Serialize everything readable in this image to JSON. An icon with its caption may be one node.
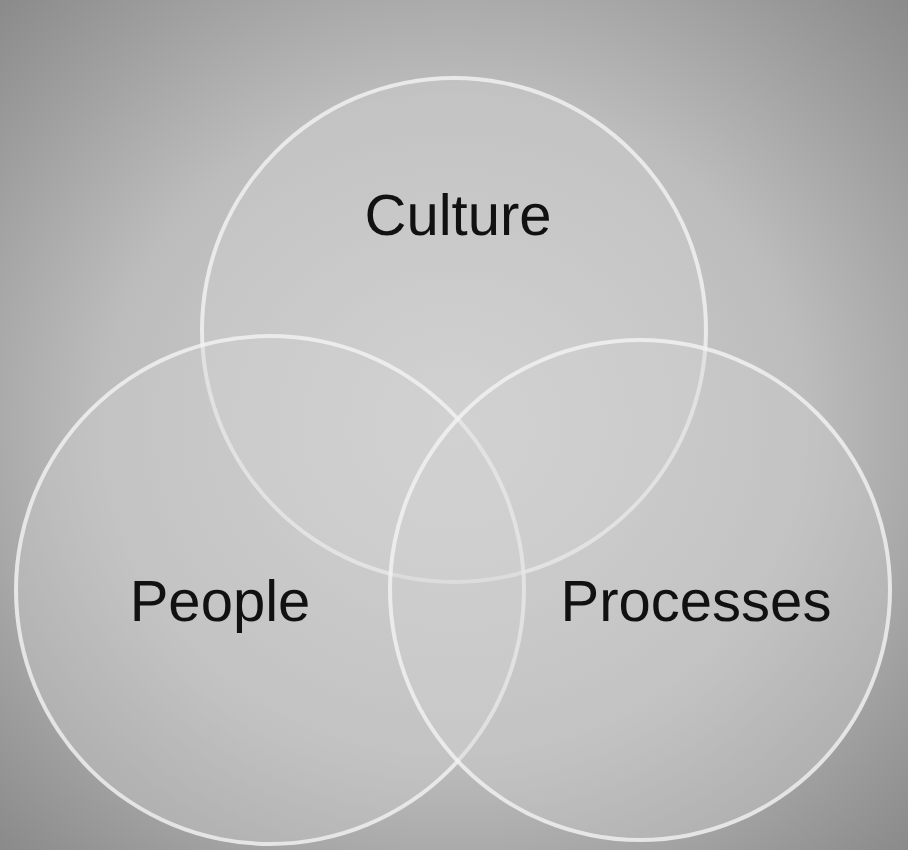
{
  "diagram": {
    "nodes": [
      {
        "text": [
          "Culture"
        ]
      },
      {
        "text": [
          "People"
        ]
      },
      {
        "text": [
          "Processes"
        ]
      }
    ]
  }
}
